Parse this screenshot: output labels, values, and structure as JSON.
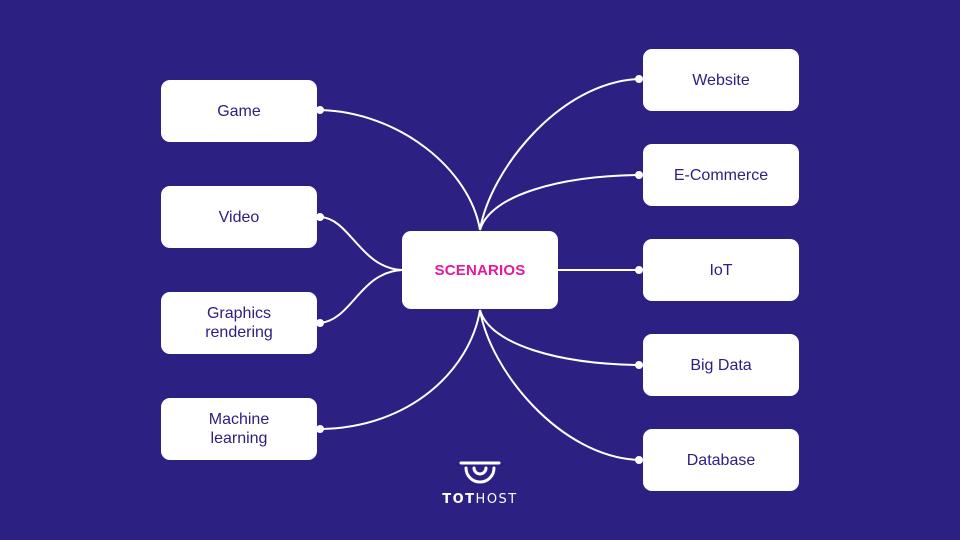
{
  "center": {
    "label": "SCENARIOS",
    "color": "#e6199b"
  },
  "left_nodes": [
    {
      "label": "Game"
    },
    {
      "label": "Video"
    },
    {
      "label": "Graphics\nrendering"
    },
    {
      "label": "Machine\nlearning"
    }
  ],
  "right_nodes": [
    {
      "label": "Website"
    },
    {
      "label": "E-Commerce"
    },
    {
      "label": "IoT"
    },
    {
      "label": "Big Data"
    },
    {
      "label": "Database"
    }
  ],
  "brand": {
    "logo_icon": "tothost-logo-icon",
    "name_bold": "TOT",
    "name_regular": "HOST"
  },
  "colors": {
    "background": "#2d2083",
    "node_fill": "#ffffff",
    "node_text": "#2d2083",
    "connector": "#ffffff"
  }
}
